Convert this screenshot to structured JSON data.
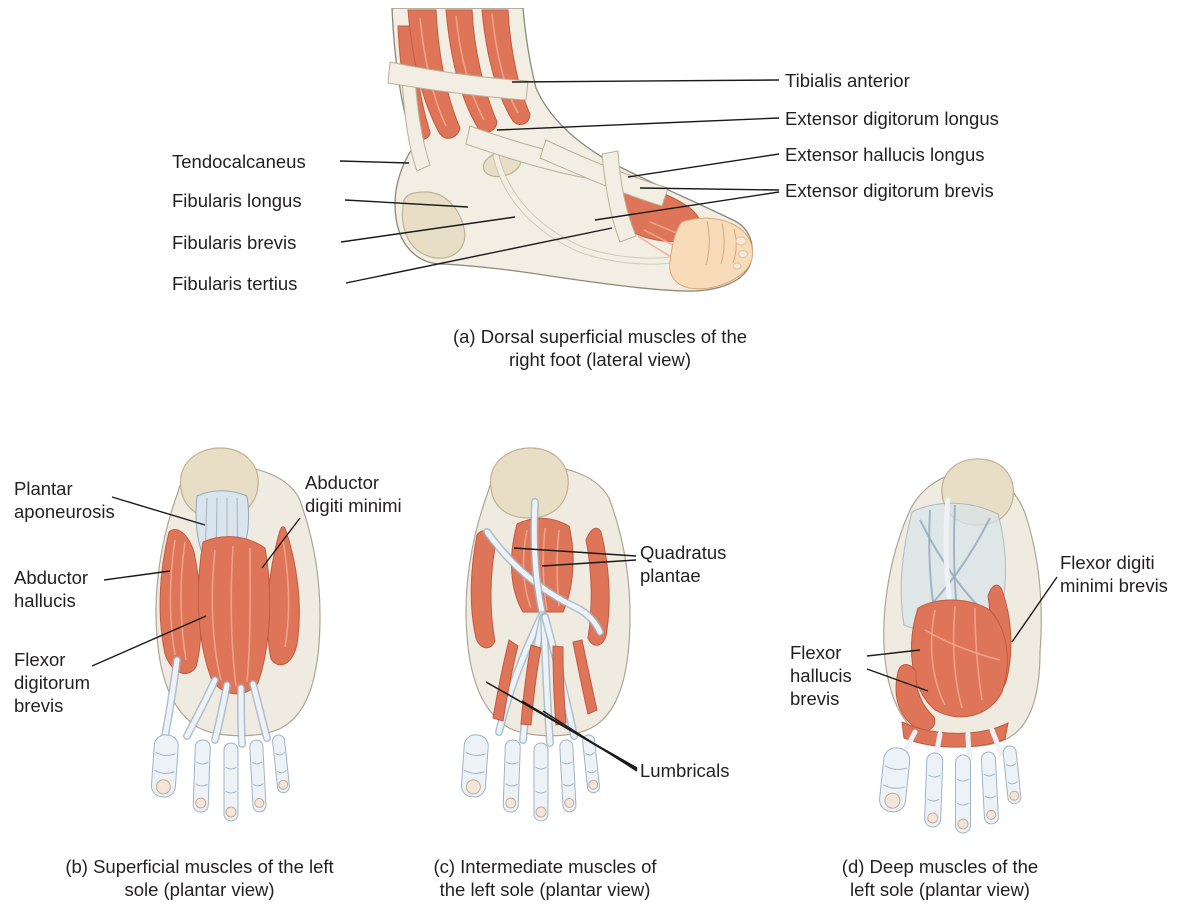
{
  "colors": {
    "background": "#FFFFFF",
    "text": "#231F20",
    "leader_line": "#1A1A1A",
    "muscle": "#DF7558",
    "muscle_stroke": "#C25A40",
    "muscle_light": "#F2A98F",
    "tendon": "#F2EEE3",
    "tendon_stroke": "#B9B09A",
    "blue_tendon": "#D9E4EC",
    "blue_tendon_stroke": "#8FA9BD",
    "bone": "#E7DEC5",
    "bone_stroke": "#BFB193",
    "skin": "#F8DCBA",
    "skin_stroke": "#D8A878",
    "sole": "#EFEBE1",
    "toe": "#EDF2F6",
    "toe_stroke": "#9FB4C6"
  },
  "panel_a": {
    "caption": "(a) Dorsal superficial muscles of the right foot (lateral view)",
    "labels": {
      "tibialis_anterior": "Tibialis anterior",
      "extensor_digitorum_longus": "Extensor digitorum longus",
      "extensor_hallucis_longus": "Extensor hallucis longus",
      "extensor_digitorum_brevis": "Extensor digitorum brevis",
      "tendocalcaneus": "Tendocalcaneus",
      "fibularis_longus": "Fibularis longus",
      "fibularis_brevis": "Fibularis brevis",
      "fibularis_tertius": "Fibularis tertius"
    }
  },
  "panel_b": {
    "caption": "(b) Superficial muscles of the left sole (plantar view)",
    "labels": {
      "plantar_aponeurosis": "Plantar aponeurosis",
      "abductor_digiti_minimi": "Abductor digiti minimi",
      "abductor_hallucis": "Abductor hallucis",
      "flexor_digitorum_brevis": "Flexor digitorum brevis"
    }
  },
  "panel_c": {
    "caption": "(c) Intermediate muscles of the left sole (plantar view)",
    "labels": {
      "quadratus_plantae": "Quadratus plantae",
      "lumbricals": "Lumbricals"
    }
  },
  "panel_d": {
    "caption": "(d) Deep muscles of the left sole (plantar view)",
    "labels": {
      "flexor_digiti_minimi_brevis": "Flexor digiti minimi brevis",
      "flexor_hallucis_brevis": "Flexor hallucis brevis"
    }
  }
}
